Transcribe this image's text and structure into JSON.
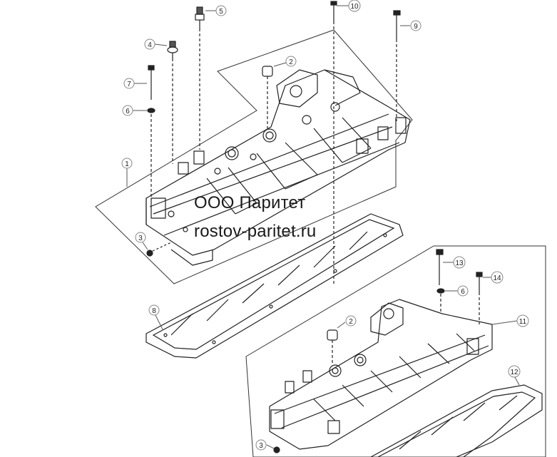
{
  "watermark": {
    "company": "ООО Паритет",
    "site": "rostov-paritet.ru"
  },
  "callouts": [
    {
      "id": "c1",
      "label": "1"
    },
    {
      "id": "c2a",
      "label": "2"
    },
    {
      "id": "c2b",
      "label": "2"
    },
    {
      "id": "c3a",
      "label": "3"
    },
    {
      "id": "c3b",
      "label": "3"
    },
    {
      "id": "c4",
      "label": "4"
    },
    {
      "id": "c5",
      "label": "5"
    },
    {
      "id": "c6a",
      "label": "6"
    },
    {
      "id": "c6b",
      "label": "6"
    },
    {
      "id": "c7",
      "label": "7"
    },
    {
      "id": "c8",
      "label": "8"
    },
    {
      "id": "c9",
      "label": "9"
    },
    {
      "id": "c10",
      "label": "10"
    },
    {
      "id": "c11",
      "label": "11"
    },
    {
      "id": "c12",
      "label": "12"
    },
    {
      "id": "c13",
      "label": "13"
    },
    {
      "id": "c14",
      "label": "14"
    }
  ],
  "colors": {
    "line": "#222222",
    "ink": "#111111",
    "background": "#ffffff"
  }
}
